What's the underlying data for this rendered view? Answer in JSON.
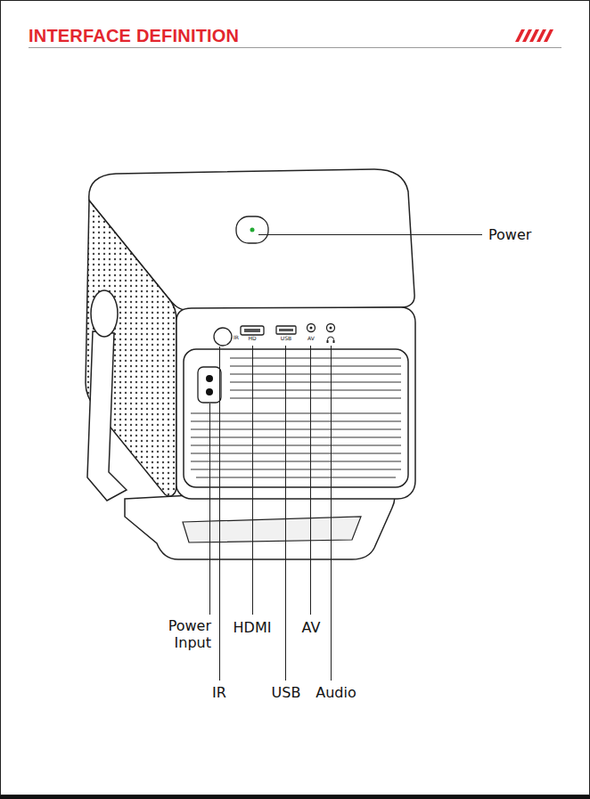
{
  "diagram": {
    "title": "INTERFACE DEFINITION",
    "labels": [
      "Power",
      "Power Input",
      "HDMI",
      "AV",
      "IR",
      "USB",
      "Audio",
      "IR",
      "HD",
      "USB",
      "AV"
    ]
  }
}
